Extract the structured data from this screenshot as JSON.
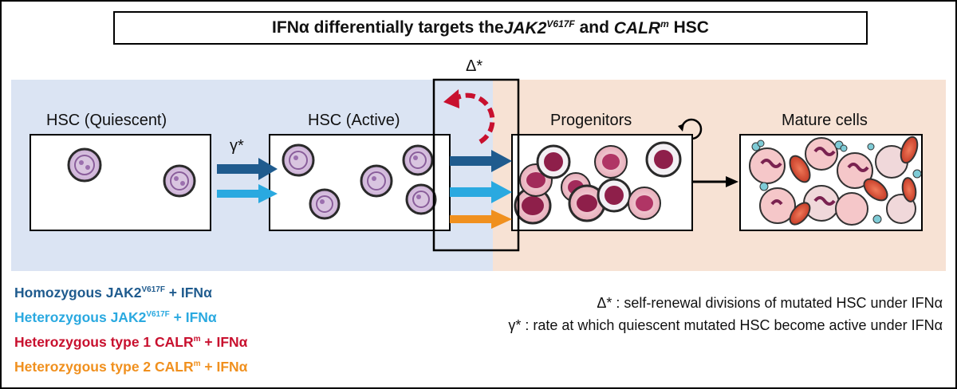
{
  "title": {
    "prefix": "IFNα differentially targets the ",
    "gene1": "JAK2",
    "gene1_sup": "V617F",
    "middle": " and ",
    "gene2": "CALR",
    "gene2_sup": "m",
    "suffix": " HSC"
  },
  "stages": {
    "hsc_quiescent": "HSC (Quiescent)",
    "hsc_active": "HSC (Active)",
    "progenitors": "Progenitors",
    "mature": "Mature cells"
  },
  "symbols": {
    "gamma": "γ*",
    "delta": "Δ*"
  },
  "legend": [
    {
      "label": "Homozygous JAK2",
      "sup": "V617F",
      "suffix": " + IFNα",
      "color": "#1f5b8e"
    },
    {
      "label": "Heterozygous JAK2",
      "sup": "V617F",
      "suffix": " + IFNα",
      "color": "#2aa9e0"
    },
    {
      "label": "Heterozygous type 1 CALR",
      "sup": "m",
      "suffix": " + IFNα",
      "color": "#c8102e"
    },
    {
      "label": "Heterozygous type 2 CALR",
      "sup": "m",
      "suffix": " + IFNα",
      "color": "#f0901e"
    }
  ],
  "notes": {
    "delta": "Δ* : self-renewal divisions of mutated HSC under IFNα",
    "gamma": "γ* : rate at which quiescent mutated HSC become active under IFNα"
  },
  "colors": {
    "left_bg": "#dbe4f3",
    "right_bg": "#f7e2d4",
    "dark_blue": "#1f5b8e",
    "light_blue": "#2aa9e0",
    "red": "#c8102e",
    "orange": "#f0901e"
  }
}
